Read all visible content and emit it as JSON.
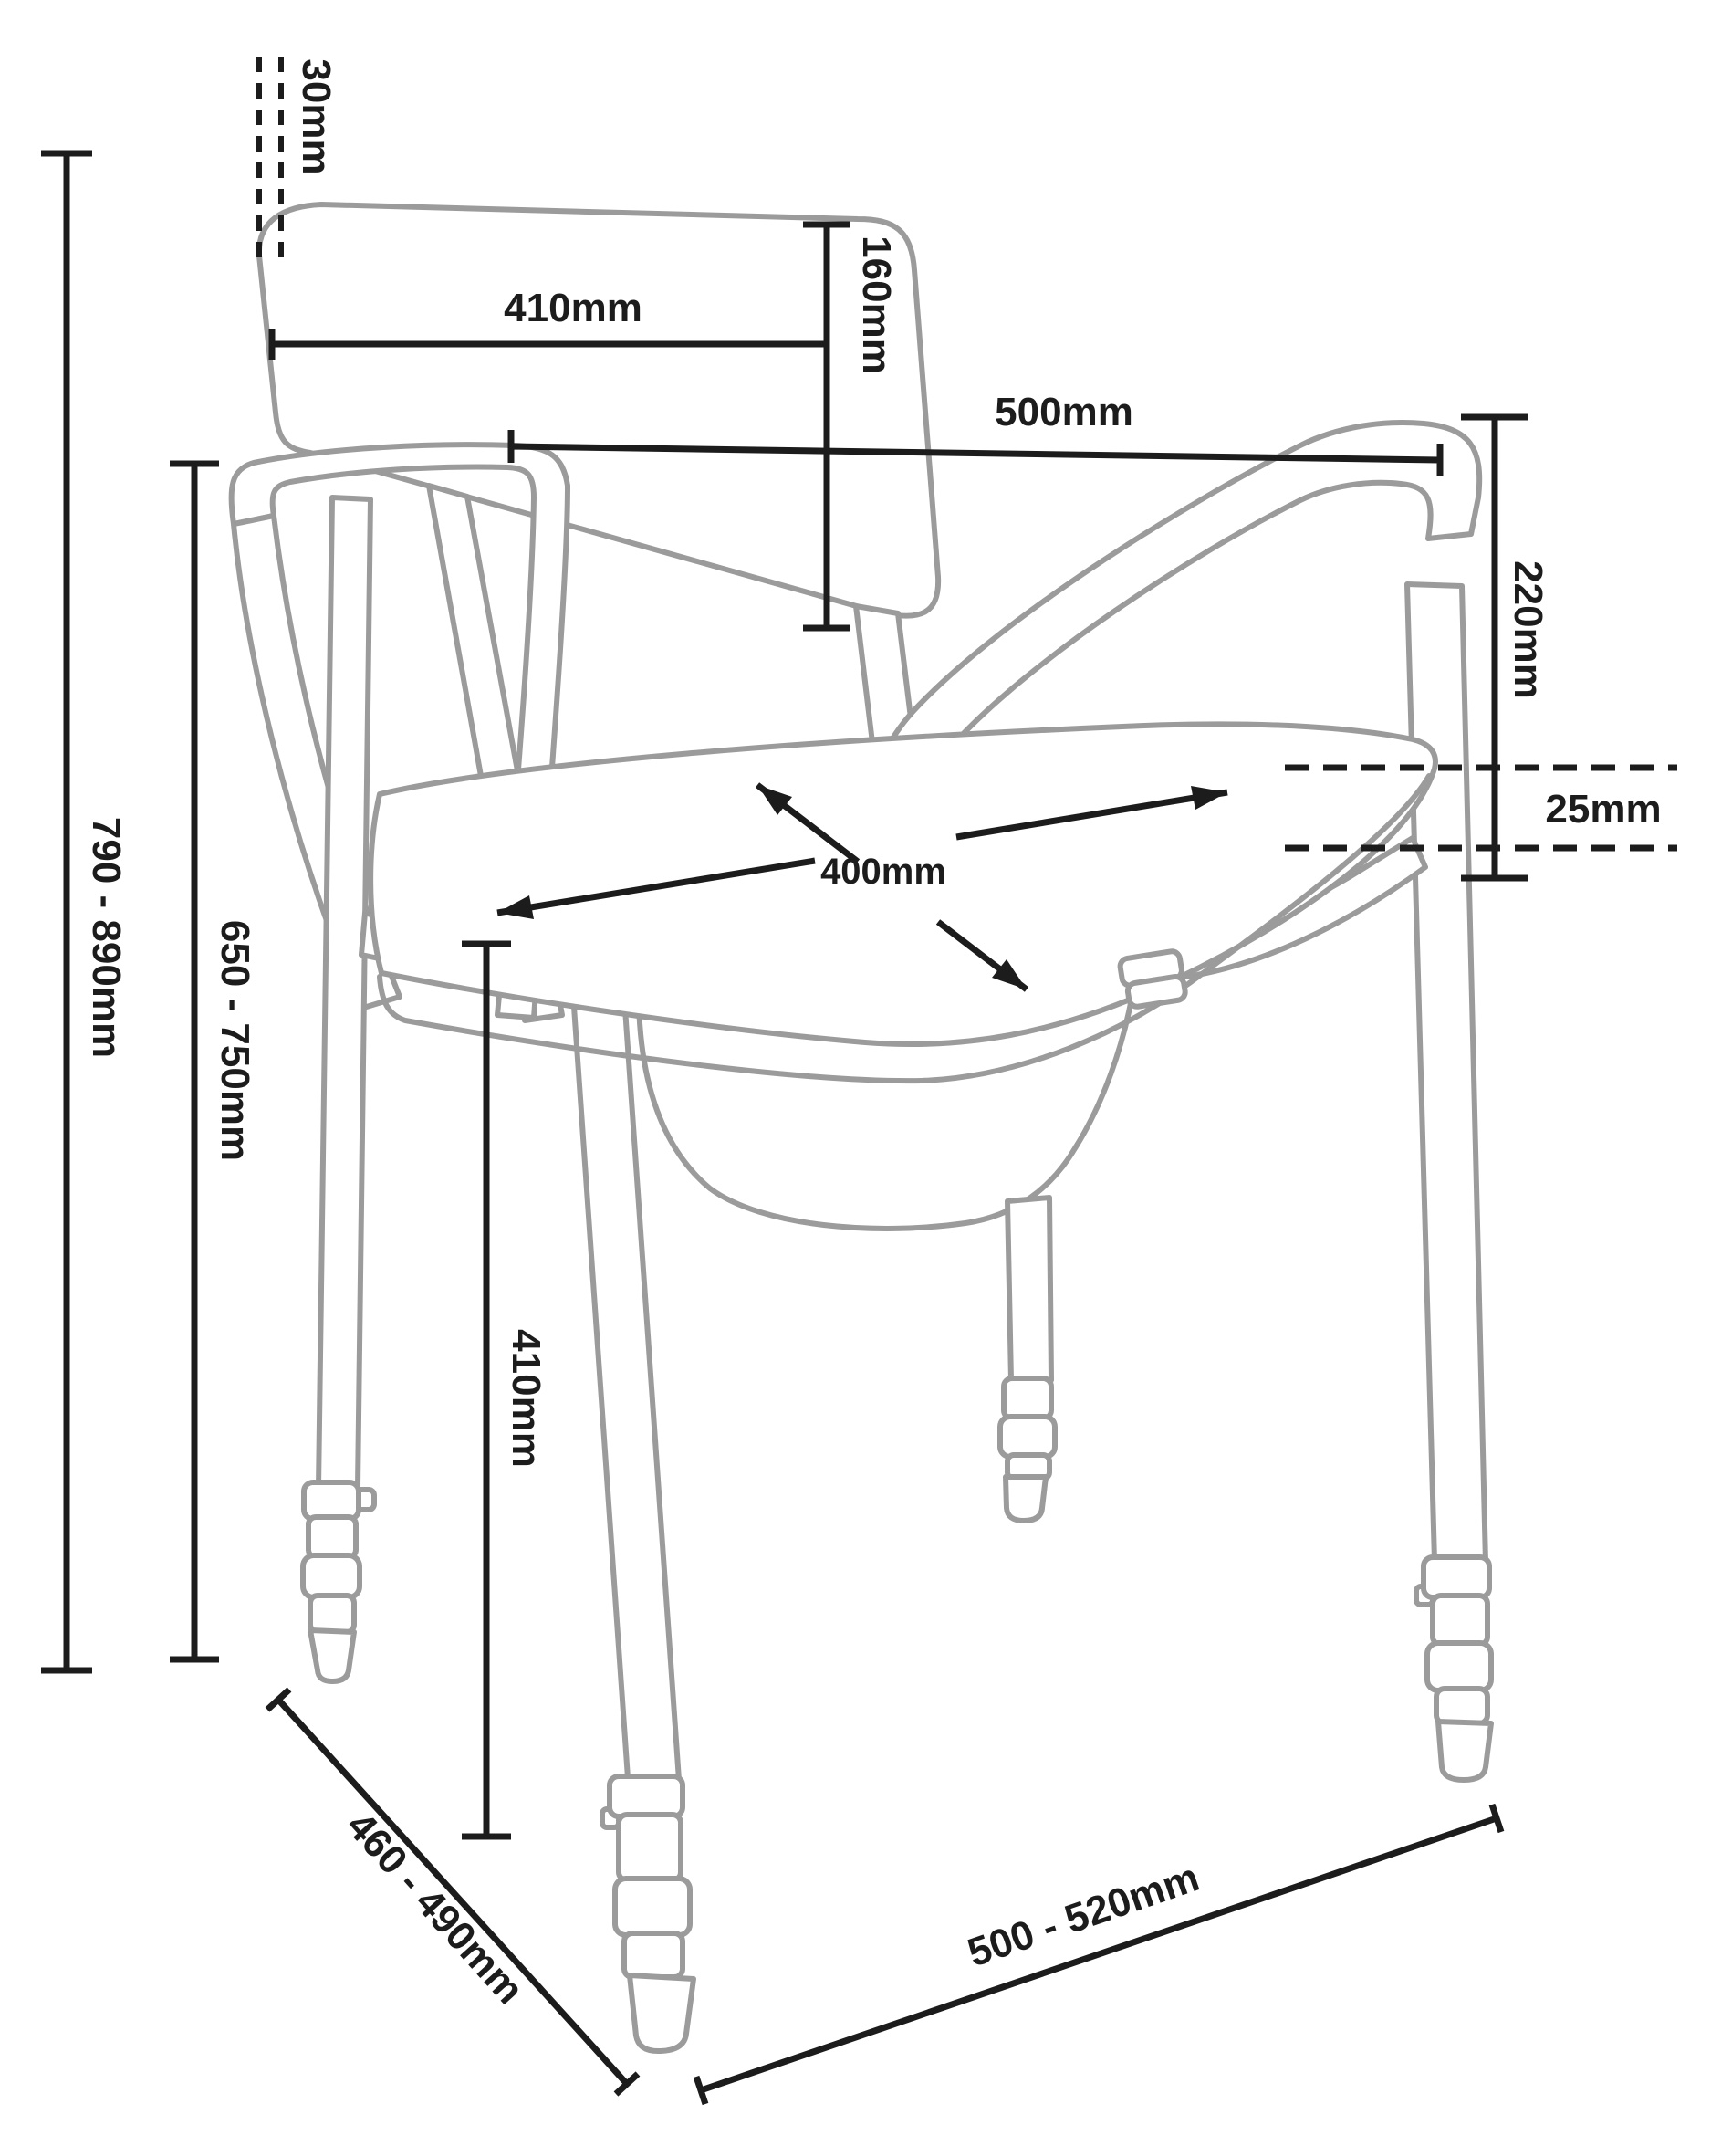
{
  "figure": {
    "type": "technical-dimension-drawing",
    "subject": "commode chair with backrest, armrests, removable pan and height-adjustable legs",
    "units": "mm",
    "background": "#ffffff",
    "line_art_color": "#9b9b9b",
    "dimension_color": "#1c1c1c"
  },
  "dims": {
    "backrest_thickness": {
      "label": "30mm"
    },
    "backrest_width": {
      "label": "410mm"
    },
    "backrest_height": {
      "label": "160mm"
    },
    "armrest_width": {
      "label": "500mm"
    },
    "seat_to_armrest": {
      "label": "220mm"
    },
    "cushion_thickness": {
      "label": "25mm"
    },
    "seat_width_depth": {
      "label": "400mm"
    },
    "overall_height": {
      "label": "790 - 890mm"
    },
    "floor_to_armrest": {
      "label": "650 - 750mm"
    },
    "floor_to_seat": {
      "label": "410mm"
    },
    "frame_depth": {
      "label": "460 - 490mm"
    },
    "frame_width": {
      "label": "500 - 520mm"
    }
  }
}
